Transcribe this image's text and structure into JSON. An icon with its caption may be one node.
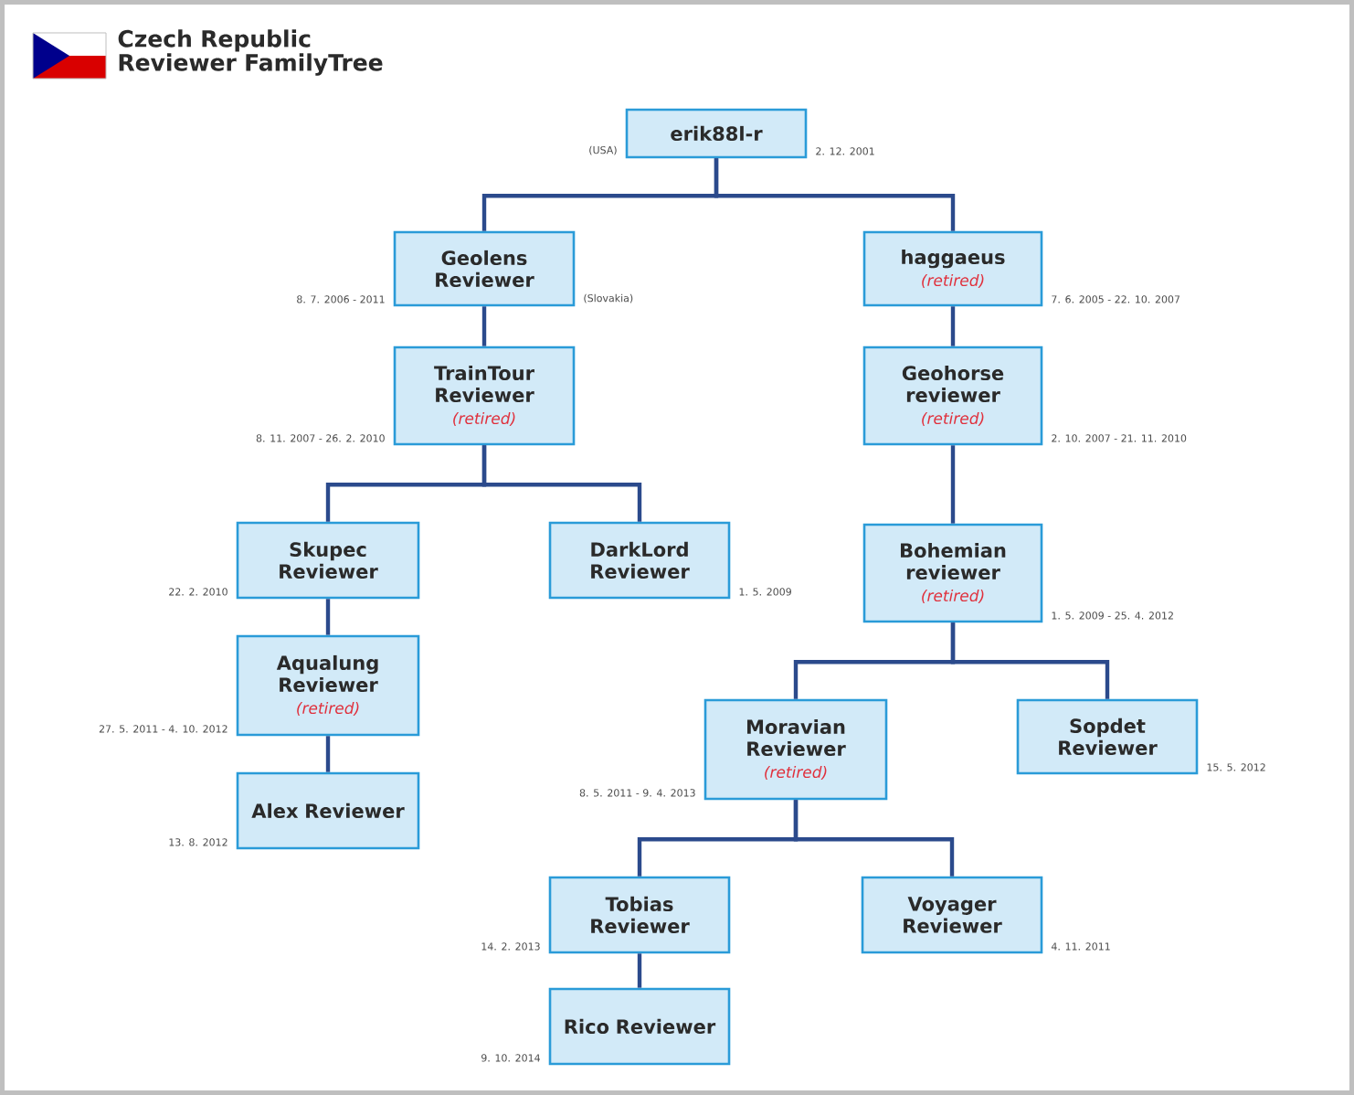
{
  "diagram": {
    "title": "Czech Republic Reviewer FamilyTree",
    "nodes": [
      {
        "text": [
          "erik88l-r"
        ],
        "beside": [
          "(USA)",
          "2. 12. 2001"
        ]
      },
      {
        "text": [
          "Geolens Reviewer"
        ],
        "beside": [
          "8. 7. 2006 - 2011",
          "(Slovakia)"
        ]
      },
      {
        "text": [
          "haggaeus",
          "(retired)"
        ],
        "beside": [
          "7. 6. 2005 - 22. 10. 2007"
        ]
      },
      {
        "text": [
          "TrainTour Reviewer",
          "(retired)"
        ],
        "beside": [
          "8. 11. 2007 - 26. 2. 2010"
        ]
      },
      {
        "text": [
          "Geohorse reviewer",
          "(retired)"
        ],
        "beside": [
          "2. 10. 2007 - 21. 11. 2010"
        ]
      },
      {
        "text": [
          "Skupec Reviewer"
        ],
        "beside": [
          "22. 2. 2010"
        ]
      },
      {
        "text": [
          "DarkLord Reviewer"
        ],
        "beside": [
          "1. 5. 2009"
        ]
      },
      {
        "text": [
          "Bohemian reviewer",
          "(retired)"
        ],
        "beside": [
          "1. 5. 2009 - 25. 4. 2012"
        ]
      },
      {
        "text": [
          "Aqualung Reviewer",
          "(retired)"
        ],
        "beside": [
          "27. 5. 2011 - 4. 10. 2012"
        ]
      },
      {
        "text": [
          "Alex Reviewer"
        ],
        "beside": [
          "13. 8. 2012"
        ]
      },
      {
        "text": [
          "Moravian Reviewer",
          "(retired)"
        ],
        "beside": [
          "8. 5. 2011 - 9. 4. 2013"
        ]
      },
      {
        "text": [
          "Sopdet Reviewer"
        ],
        "beside": [
          "15. 5. 2012"
        ]
      },
      {
        "text": [
          "Tobias Reviewer"
        ],
        "beside": [
          "14. 2. 2013"
        ]
      },
      {
        "text": [
          "Voyager Reviewer"
        ],
        "beside": [
          "4. 11. 2011"
        ]
      },
      {
        "text": [
          "Rico Reviewer"
        ],
        "beside": [
          "9. 10. 2014"
        ]
      }
    ],
    "edges": [
      {
        "from": 0,
        "to": 1,
        "arrow": "none"
      },
      {
        "from": 0,
        "to": 2,
        "arrow": "none"
      },
      {
        "from": 1,
        "to": 3,
        "arrow": "none"
      },
      {
        "from": 2,
        "to": 4,
        "arrow": "none"
      },
      {
        "from": 3,
        "to": 5,
        "arrow": "none"
      },
      {
        "from": 3,
        "to": 6,
        "arrow": "none"
      },
      {
        "from": 4,
        "to": 7,
        "arrow": "none"
      },
      {
        "from": 5,
        "to": 8,
        "arrow": "none"
      },
      {
        "from": 8,
        "to": 9,
        "arrow": "none"
      },
      {
        "from": 7,
        "to": 10,
        "arrow": "none"
      },
      {
        "from": 7,
        "to": 11,
        "arrow": "none"
      },
      {
        "from": 10,
        "to": 12,
        "arrow": "none"
      },
      {
        "from": 10,
        "to": 13,
        "arrow": "none"
      },
      {
        "from": 12,
        "to": 14,
        "arrow": "none"
      }
    ]
  }
}
